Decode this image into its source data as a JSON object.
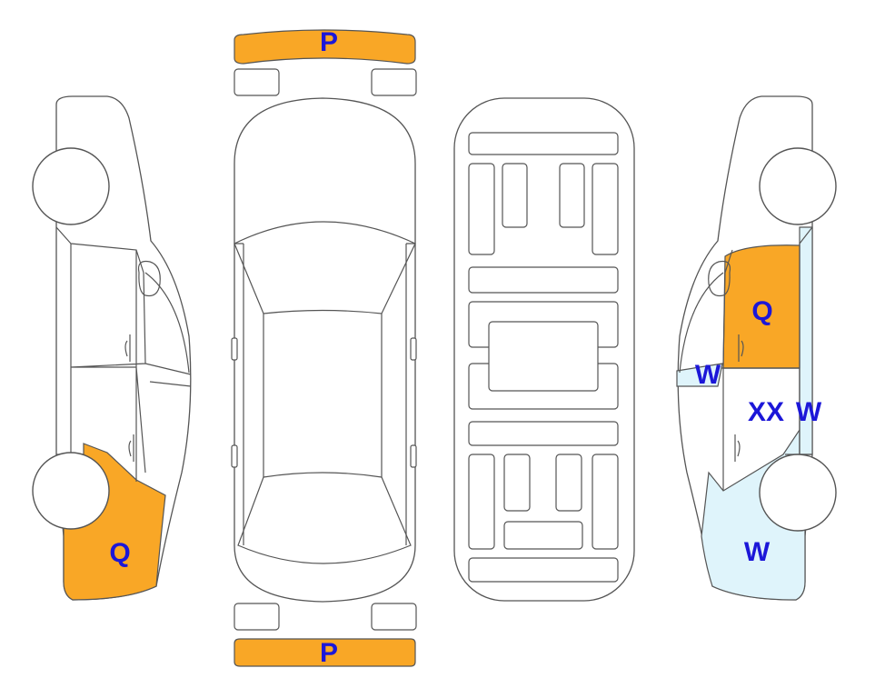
{
  "colors": {
    "orange": "#f9a726",
    "light_blue": "#dff4fb",
    "label_blue": "#1c17d8",
    "outline": "#555555"
  },
  "labels": {
    "front_bumper": "P",
    "rear_bumper": "P",
    "left_rear_quarter": "Q",
    "right_rear_door_top": "Q",
    "right_front_window": "W",
    "right_pillar": "W",
    "right_panel_mark": "XX",
    "right_front_lower": "W"
  }
}
